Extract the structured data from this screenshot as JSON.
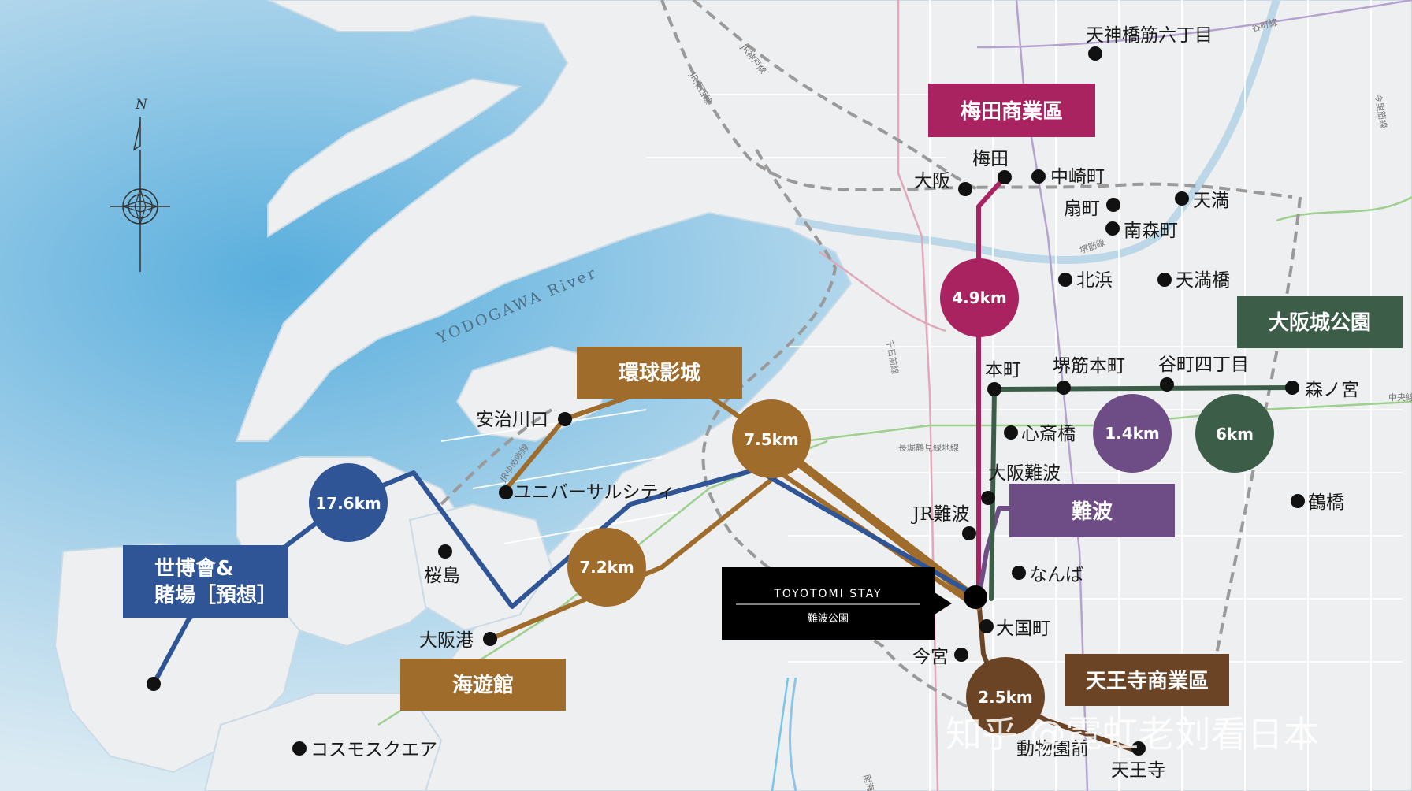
{
  "compass": {
    "north_label": "N"
  },
  "river_label": "YODOGAWA River",
  "railway_labels": {
    "jr_kobe": "JR神戸線",
    "jr_tozai": "JR東西線",
    "jr_yumesaki": "JRゆめ咲線",
    "sakaisuji": "堺筋線",
    "sennichimae": "千日前線",
    "nagahori": "長堀鶴見緑地線",
    "tanimachi": "谷町線",
    "imazatosuji": "今里筋線",
    "chuo": "中央線",
    "nankai": "南海線"
  },
  "stations": {
    "tenjinbashi": "天神橋筋六丁目",
    "umeda": "梅田",
    "osaka": "大阪",
    "nakazakicho": "中崎町",
    "tenma": "天満",
    "ogimachi": "扇町",
    "minamimorimachi": "南森町",
    "kitahama": "北浜",
    "temmabashi": "天満橋",
    "honmachi": "本町",
    "sakaisujihonmachi": "堺筋本町",
    "tanimachi4": "谷町四丁目",
    "morinomiya": "森ノ宮",
    "shinsaibashi": "心斎橋",
    "osakanamba": "大阪難波",
    "jrnamba": "JR難波",
    "namba": "なんば",
    "daikokucho": "大国町",
    "imamiya": "今宮",
    "tsuruhashi": "鶴橋",
    "dobutsuenmae": "動物園前",
    "tennoji": "天王寺",
    "ajikawaguchi": "安治川口",
    "universal_city": "ユニバーサルシティ",
    "sakurajima": "桜島",
    "osakako": "大阪港",
    "cosmosquare": "コスモスクエア"
  },
  "destinations": [
    {
      "id": "umeda",
      "label": "梅田商業區",
      "distance": "4.9km",
      "color": "#a8235f"
    },
    {
      "id": "osakajo",
      "label": "大阪城公園",
      "distance": "6km",
      "color": "#3c5e48"
    },
    {
      "id": "namba",
      "label": "難波",
      "distance": "1.4km",
      "color": "#6e4c85"
    },
    {
      "id": "usj",
      "label": "環球影城",
      "distance": "7.5km",
      "color": "#a06c2c"
    },
    {
      "id": "aquarium",
      "label": "海遊館",
      "distance": "7.2km",
      "color": "#a06c2c"
    },
    {
      "id": "expo",
      "label_line1": "世博會&",
      "label_line2": "賭場［預想］",
      "distance": "17.6km",
      "color": "#2f5597"
    },
    {
      "id": "tennoji",
      "label": "天王寺商業區",
      "distance": "2.5km",
      "color": "#6b4426"
    }
  ],
  "hotel": {
    "name": "TOYOTOMI STAY",
    "subname": "難波公園"
  },
  "watermark": "知乎 @霓虹老刘看日本"
}
